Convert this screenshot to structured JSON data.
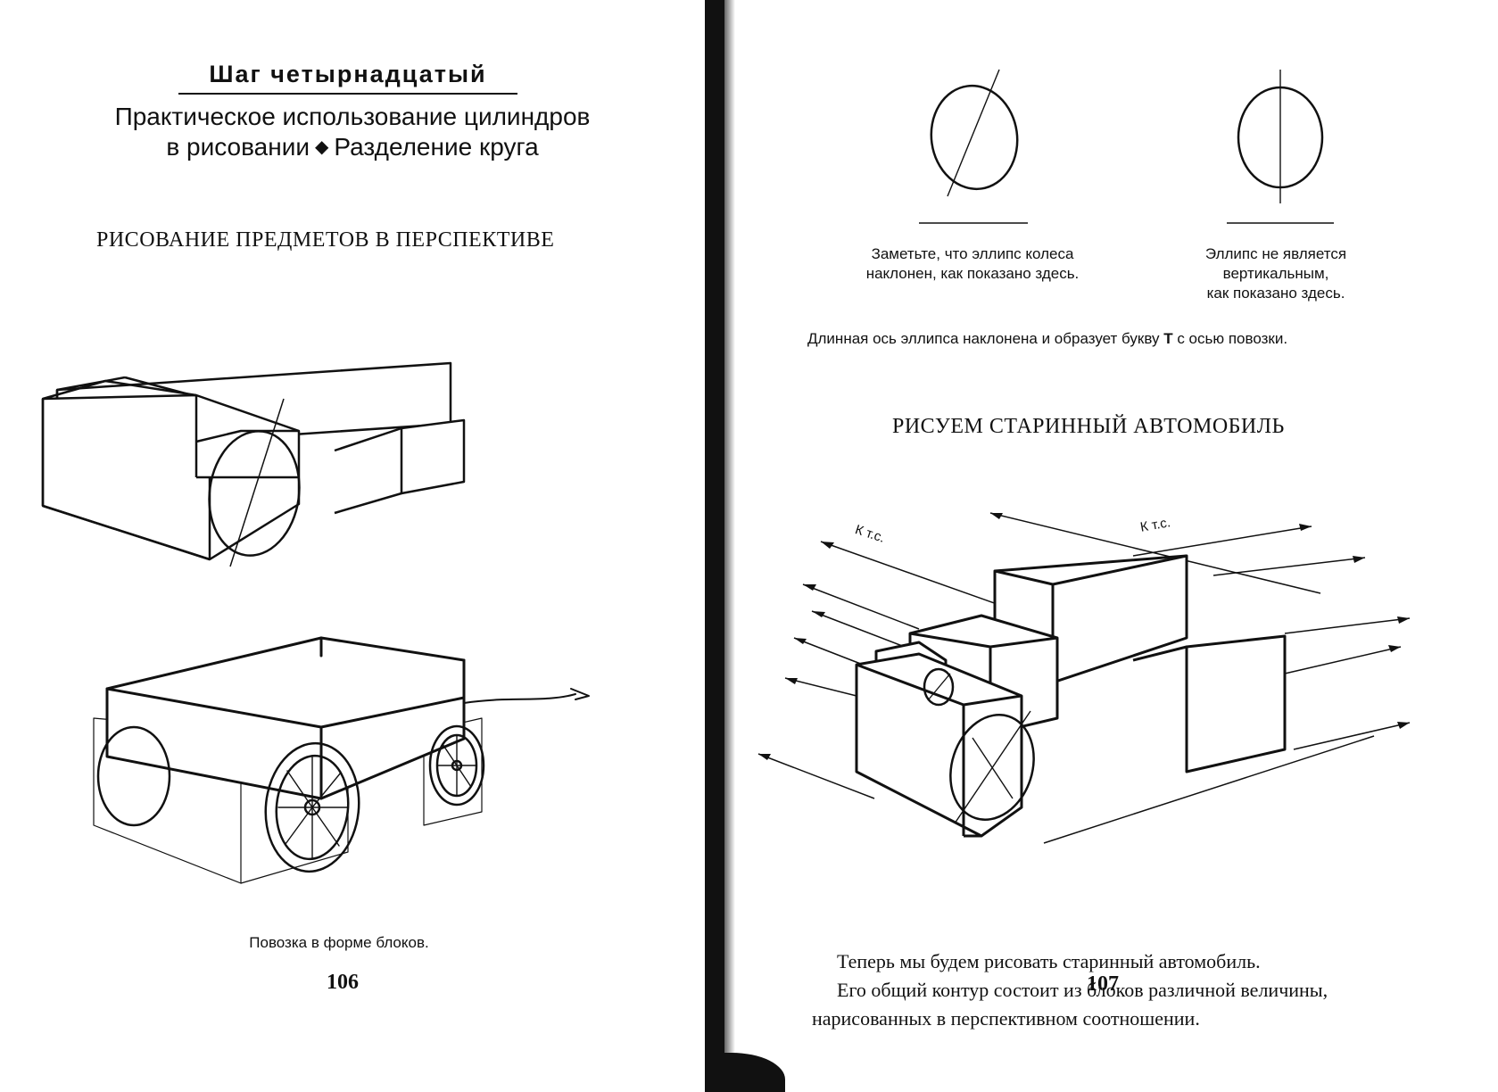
{
  "left_page": {
    "step_title": "Шаг четырнадцатый",
    "subtitle_line1": "Практическое использование цилиндров",
    "subtitle_line2_a": "в рисовании",
    "subtitle_line2_b": "Разделение круга",
    "section_heading": "РИСОВАНИЕ ПРЕДМЕТОВ В ПЕРСПЕКТИВЕ",
    "wagon_caption": "Повозка в форме блоков.",
    "page_number": "106"
  },
  "right_page": {
    "ellipse_caption_left_1": "Заметьте, что эллипс колеса",
    "ellipse_caption_left_2": "наклонен, как показано здесь.",
    "ellipse_caption_right_1": "Эллипс не является",
    "ellipse_caption_right_2": "вертикальным,",
    "ellipse_caption_right_3": "как показано здесь.",
    "axis_note_a": "Длинная ось эллипса наклонена и образует букву ",
    "axis_note_b": "Т",
    "axis_note_c": " с осью повозки.",
    "section_heading": "РИСУЕМ СТАРИННЫЙ АВТОМОБИЛЬ",
    "vanishing_label_1": "К т.с.",
    "vanishing_label_2": "К т.с.",
    "paragraph_1": "Теперь мы будем рисовать старинный автомобиль.",
    "paragraph_2": "Его общий контур состоит из блоков различной величины, нарисованных в перспективном соотношении.",
    "page_number": "107"
  },
  "colors": {
    "ink": "#111111",
    "paper": "#ffffff"
  }
}
